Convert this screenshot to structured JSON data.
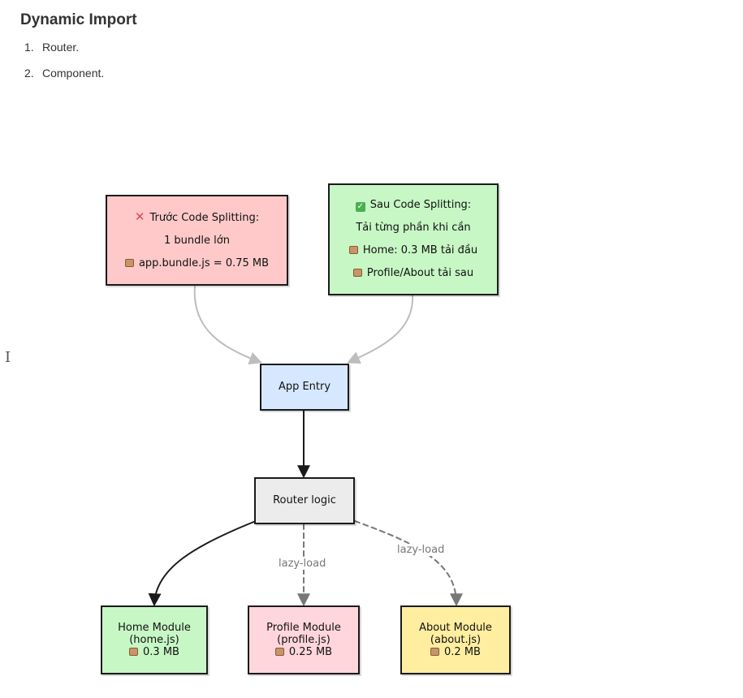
{
  "doc": {
    "title": "Dynamic Import",
    "steps": [
      {
        "num": "1.",
        "text": "Router."
      },
      {
        "num": "2.",
        "text": "Component."
      }
    ]
  },
  "diagram": {
    "before": {
      "title": "Trước Code Splitting:",
      "line1": "1 bundle lớn",
      "line2": "app.bundle.js = 0.75 MB"
    },
    "after": {
      "title": "Sau Code Splitting:",
      "line1": "Tải từng phần khi cần",
      "line2": "Home: 0.3 MB tải đầu",
      "line3": "Profile/About tải sau"
    },
    "entry": "App Entry",
    "router": "Router logic",
    "home": {
      "name": "Home Module",
      "file": "(home.js)",
      "size": "0.3 MB"
    },
    "profile": {
      "name": "Profile Module",
      "file": "(profile.js)",
      "size": "0.25 MB"
    },
    "about": {
      "name": "About Module",
      "file": "(about.js)",
      "size": "0.2 MB"
    },
    "edge_labels": {
      "profile": "lazy-load",
      "about": "lazy-load"
    }
  },
  "icons": {
    "cross": "cross-icon",
    "check": "check-icon",
    "package": "package-icon",
    "cursor": "text-cursor-icon"
  },
  "colors": {
    "before_fill": "#ffc9c9",
    "after_fill": "#c7f7c5",
    "entry_fill": "#d6e8ff",
    "router_fill": "#ececec",
    "home_fill": "#c7f7c5",
    "profile_fill": "#ffd6dc",
    "about_fill": "#ffeea0",
    "arrow_dark": "#1a1a1a",
    "arrow_light": "#bdbdbd",
    "arrow_dashed": "#777777"
  }
}
